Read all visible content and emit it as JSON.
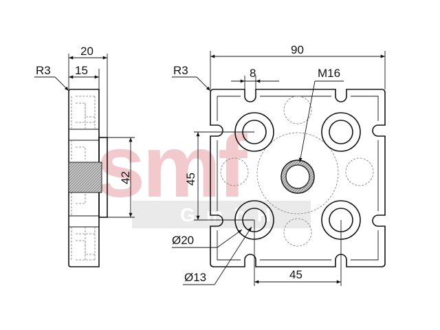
{
  "watermark": {
    "logo_text": "smf",
    "sub_text": "GmbH",
    "color": "#e8a0a6"
  },
  "side_view": {
    "radius_label": "R3",
    "width_label": "20",
    "inner_width_label": "15",
    "height_label": "42"
  },
  "front_view": {
    "radius_label": "R3",
    "overall_width_label": "90",
    "slot_width_label": "8",
    "thread_label": "M16",
    "vertical_spacing_label": "45",
    "counterbore_label": "Ø20",
    "hole_label": "Ø13",
    "horizontal_spacing_label": "45"
  },
  "colors": {
    "line": "#111111",
    "hidden": "#777777",
    "thread": "#9a9a9a"
  }
}
